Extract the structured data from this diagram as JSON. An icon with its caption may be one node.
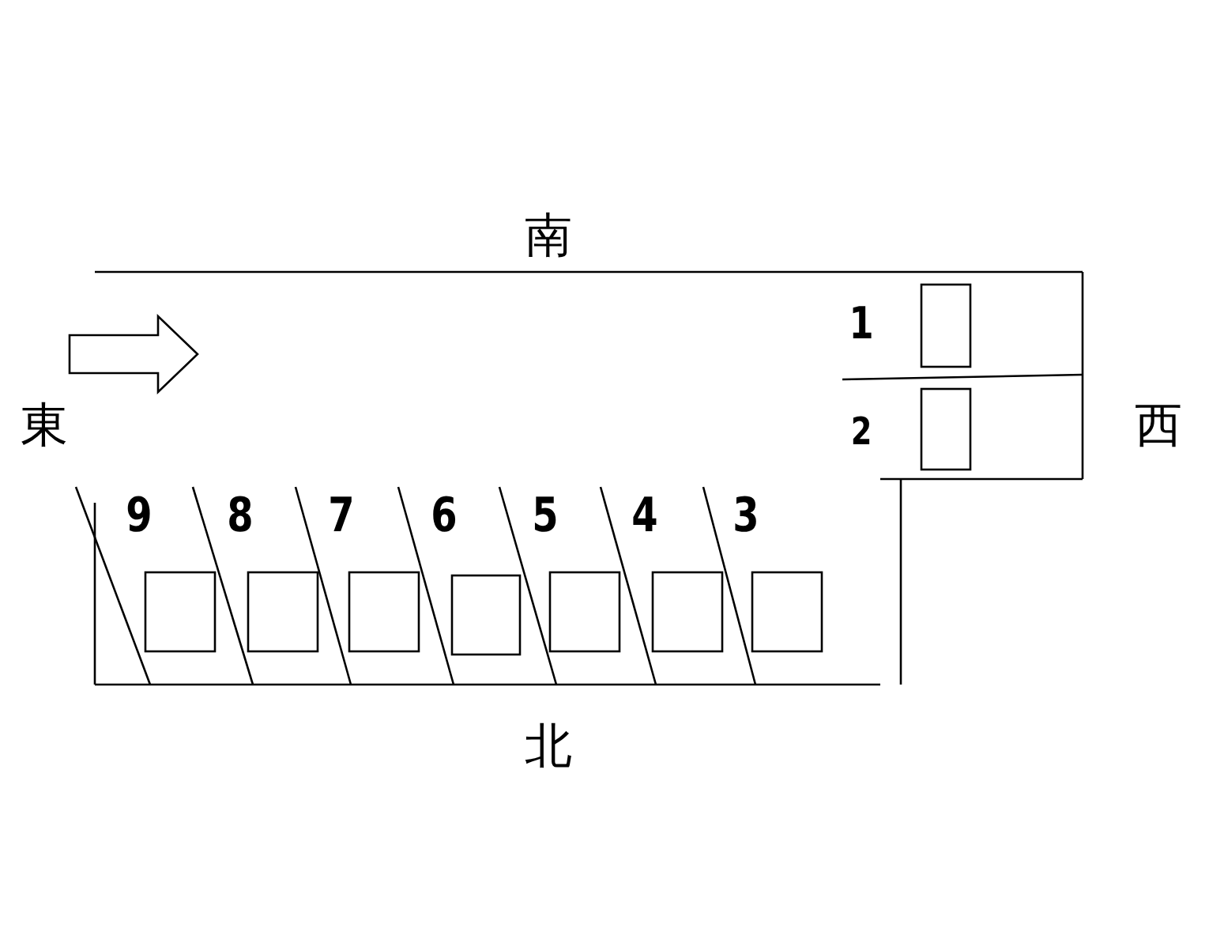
{
  "diagram": {
    "labels": [
      "南",
      "1",
      "東",
      "西",
      "2",
      "9",
      "8",
      "7",
      "6",
      "5",
      "4",
      "3",
      "北"
    ]
  }
}
